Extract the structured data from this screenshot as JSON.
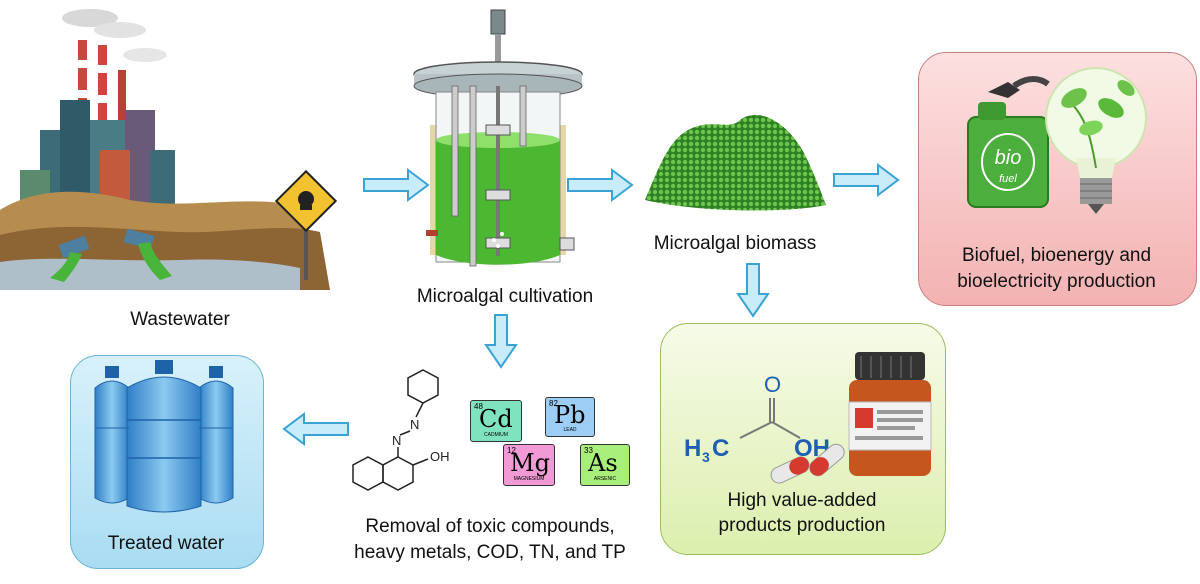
{
  "labels": {
    "wastewater": "Wastewater",
    "cultivation": "Microalgal cultivation",
    "biomass": "Microalgal biomass",
    "biofuel_line1": "Biofuel, bioenergy and",
    "biofuel_line2": "bioelectricity production",
    "high_value_line1": "High value-added",
    "high_value_line2": "products production",
    "removal_line1": "Removal of toxic compounds,",
    "removal_line2": "heavy metals, COD, TN, and TP",
    "treated_water": "Treated water"
  },
  "sign_text": "bio",
  "sign_subtext": "fuel",
  "molecule": {
    "oh_label": "OH",
    "n_label1": "N",
    "n_label2": "N",
    "acetic_o": "O",
    "acetic_h3c": "H",
    "acetic_sub": "3",
    "acetic_c": "C",
    "acetic_oh": "OH"
  },
  "elements": [
    {
      "symbol": "Cd",
      "number": "48",
      "name": "CADMIUM",
      "color": "#7fe3c0"
    },
    {
      "symbol": "Pb",
      "number": "82",
      "name": "LEAD",
      "color": "#9ccdf5"
    },
    {
      "symbol": "Mg",
      "number": "12",
      "name": "MAGNESIUM",
      "color": "#f29ad6"
    },
    {
      "symbol": "As",
      "number": "33",
      "name": "ARSENIC",
      "color": "#a8ee7a"
    }
  ],
  "colors": {
    "arrow_fill": "#c9ecfa",
    "arrow_stroke": "#3aa3d4",
    "biofuel_box": "#f8c9c9",
    "high_value_box": "#eaf5c8",
    "treated_box": "#bfe6f7",
    "algae_green": "#3a9a2a",
    "molecule_blue": "#1d5fb0"
  }
}
